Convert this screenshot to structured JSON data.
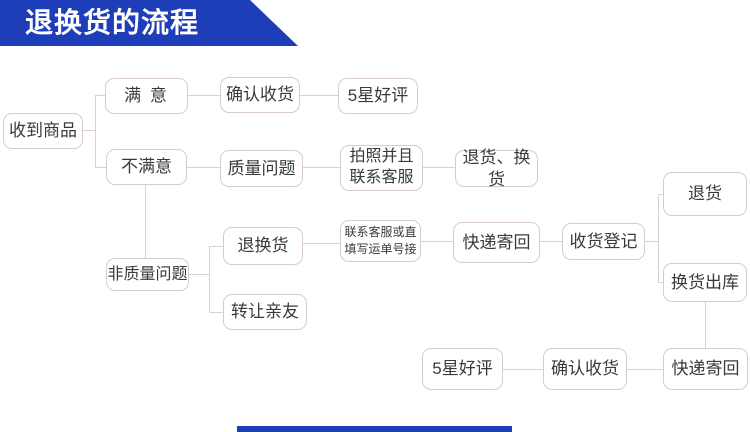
{
  "header": {
    "title": "退换货的流程",
    "banner_color": "#1e3db8"
  },
  "flow": {
    "line_color": "#dccfcf",
    "box_border_color": "#d9cbcb",
    "text_color": "#3a3a3a",
    "nodes": {
      "received_goods": "收到商品",
      "satisfied": "满 意",
      "confirm_receipt_top": "确认收货",
      "five_star_top": "5星好评",
      "unsatisfied": "不满意",
      "quality_issue": "质量问题",
      "photo_contact": "拍照并且\n联系客服",
      "return_or_exchange": "退货、换货",
      "non_quality_issue": "非质量问题",
      "return_exchange": "退换货",
      "contact_or_waybill": "联系客服或直\n填写运单号接",
      "courier_return_mid": "快递寄回",
      "receipt_register": "收货登记",
      "return_goods": "退货",
      "exchange_outbound": "换货出库",
      "transfer_friends": "转让亲友",
      "five_star_bottom": "5星好评",
      "confirm_receipt_bottom": "确认收货",
      "courier_return_bottom": "快递寄回"
    }
  },
  "footer": {
    "bar_color": "#1e3db8"
  }
}
